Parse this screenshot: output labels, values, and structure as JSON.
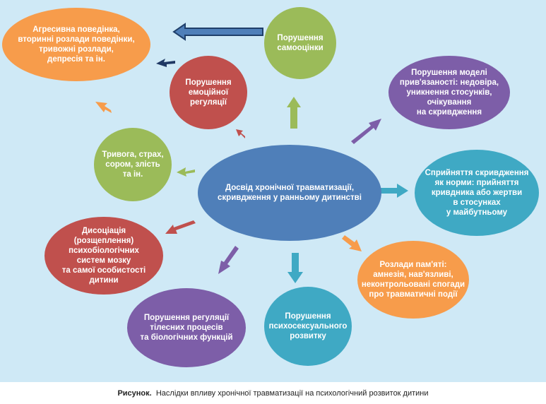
{
  "center": {
    "text": "Досвід хронічної травматизації,\nскривдження у ранньому дитинстві",
    "color": "#4f7fb9"
  },
  "nodes": [
    {
      "id": "aggressive",
      "text": "Агресивна поведінка,\nвторинні розлади поведінки,\nтривожні розлади,\nдепресія та ін.",
      "color": "#f79c4b"
    },
    {
      "id": "self_esteem",
      "text": "Порушення\nсамооцінки",
      "color": "#9bbb59"
    },
    {
      "id": "emotion_regulation",
      "text": "Порушення\nемоційної\nрегуляції",
      "color": "#c0504d"
    },
    {
      "id": "attachment",
      "text": "Порушення моделі\nприв'язаності: недовіра,\nуникнення стосунків,\nочікування\nна скривдження",
      "color": "#7d5ea8"
    },
    {
      "id": "anxiety",
      "text": "Тривога, страх,\nсором, злість\nта ін.",
      "color": "#9bbb59"
    },
    {
      "id": "norm_perception",
      "text": "Сприйняття скривдження\nяк норми: прийняття\nкривдника або жертви\nв стосунках\nу майбутньому",
      "color": "#3fa9c4"
    },
    {
      "id": "dissociation",
      "text": "Дисоціація\n(розщеплення)\nпсихобіологічних\nсистем мозку\nта самої особистості\nдитини",
      "color": "#c0504d"
    },
    {
      "id": "memory",
      "text": "Розлади пам'яті:\nамнезія, нав'язливі,\nнеконтрольовані спогади\nпро травматичні події",
      "color": "#f79c4b"
    },
    {
      "id": "body_regulation",
      "text": "Порушення регуляції\nтілесних процесів\nта біологічних функцій",
      "color": "#7d5ea8"
    },
    {
      "id": "psychosexual",
      "text": "Порушення\nпсихосексуального\nрозвитку",
      "color": "#3fa9c4"
    }
  ],
  "caption": {
    "label": "Рисунок.",
    "text": "Наслідки впливу хронічної травматизації на психологічний розвиток дитини"
  }
}
